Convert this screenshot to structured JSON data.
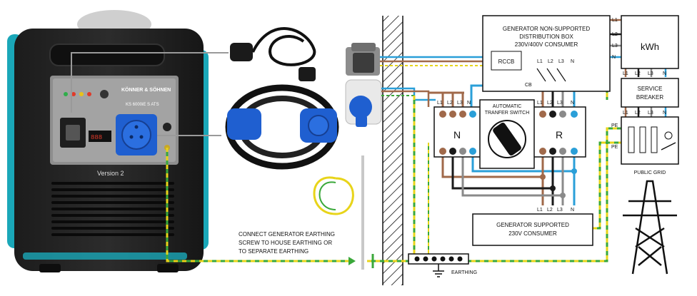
{
  "generator": {
    "brand": "KÖNNER & SÖHNEN",
    "model": "KS 6000iE S ATS",
    "version": "Version 2"
  },
  "boxes": {
    "distribution_title_1": "GENERATOR  NON-SUPPORTED",
    "distribution_title_2": "DISTRIBUTION BOX",
    "distribution_title_3": "230V/400V  CONSUMER",
    "rccb": "RCCB",
    "cb": "CB",
    "kwh": "kWh",
    "service_1": "SERVICE",
    "service_2": "BREAKER",
    "ats_1": "AUTOMATIC",
    "ats_2": "TRANFER SWITCH",
    "ats_n": "N",
    "ats_r": "R",
    "supported_1": "GENERATOR  SUPPORTED",
    "supported_2": "230V  CONSUMER",
    "public_grid": "PUBLIC GRID",
    "earthing": "EARTHING"
  },
  "terminals": {
    "l1": "L1",
    "l2": "L2",
    "l3": "L3",
    "n": "N",
    "pe": "PE"
  },
  "note": {
    "line1": "CONNECT GENERATOR EARTHING",
    "line2": "SCREW TO HOUSE EARTHING OR",
    "line3": "TO SEPARATE EARTHING"
  },
  "colors": {
    "brown": "#a0694a",
    "black": "#1a1a1a",
    "grey": "#8a8a8a",
    "blue": "#2a9fd8",
    "earth_green": "#3aa83a",
    "earth_yellow": "#e8d41a",
    "plug_blue": "#1f5fd0",
    "generator_teal": "#1aa7b8"
  }
}
